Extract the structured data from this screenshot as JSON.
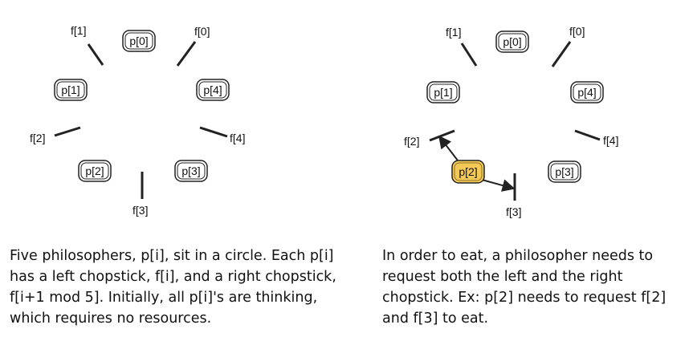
{
  "left_diagram": {
    "philosophers": [
      "p[0]",
      "p[1]",
      "p[2]",
      "p[3]",
      "p[4]"
    ],
    "forks": [
      "f[0]",
      "f[1]",
      "f[2]",
      "f[3]",
      "f[4]"
    ]
  },
  "right_diagram": {
    "philosophers": [
      "p[0]",
      "p[1]",
      "p[2]",
      "p[3]",
      "p[4]"
    ],
    "forks": [
      "f[0]",
      "f[1]",
      "f[2]",
      "f[3]",
      "f[4]"
    ],
    "highlighted_philosopher": "p[2]",
    "highlight_color": "#f5c955",
    "requested_forks": [
      "f[2]",
      "f[3]"
    ]
  },
  "captions": {
    "left": [
      "Five philosophers, p[i], sit in a circle. Each p[i]",
      "has a left chopstick, f[i], and a right chopstick,",
      "f[i+1 mod 5]. Initially, all p[i]'s are thinking,",
      "which requires no resources."
    ],
    "right": [
      "In order to eat, a philosopher needs to",
      "request both the left and the right",
      "chopstick. Ex: p[2] needs to request f[2]",
      "and f[3] to eat."
    ]
  },
  "colors": {
    "line": "#222222",
    "node_border": "#222222",
    "node_fill": "#ffffff"
  }
}
